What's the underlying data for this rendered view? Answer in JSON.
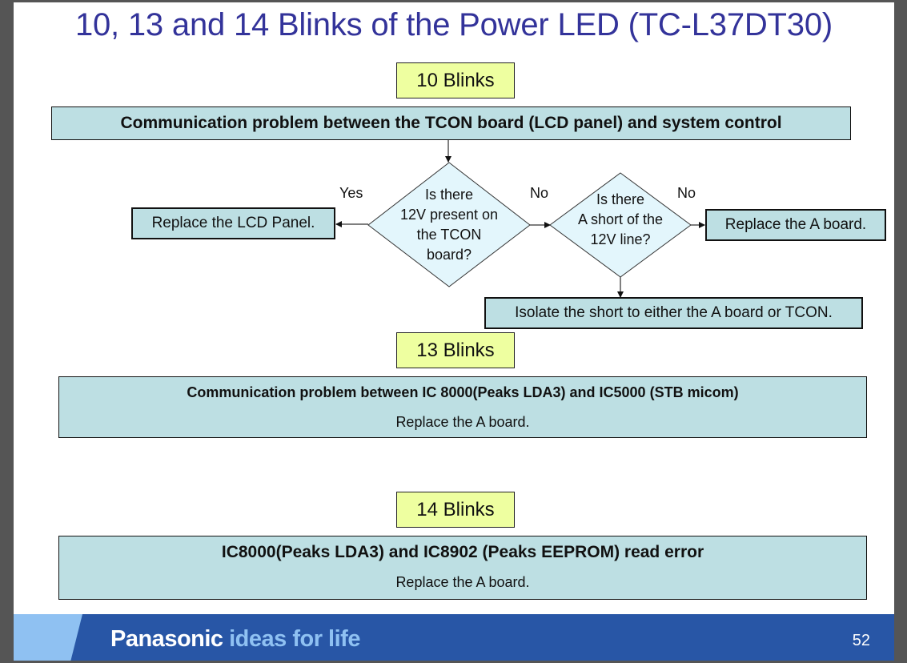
{
  "slide": {
    "title": "10, 13 and 14 Blinks of the Power LED (TC-L37DT30)",
    "page_number": "52"
  },
  "section_10": {
    "badge": "10 Blinks",
    "problem": "Communication problem between the TCON board (LCD panel) and system control",
    "decision_1": {
      "lines": [
        "Is there",
        "12V present on",
        "the TCON",
        "board?"
      ],
      "yes_label": "Yes",
      "no_label": "No"
    },
    "decision_2": {
      "lines": [
        "Is there",
        "A short of the",
        "12V line?"
      ],
      "no_label": "No"
    },
    "action_yes_1": "Replace the LCD Panel.",
    "action_no_2": "Replace the A board.",
    "action_yes_2": "Isolate the short to either the A board or TCON."
  },
  "section_13": {
    "badge": "13 Blinks",
    "problem": "Communication problem between IC 8000(Peaks LDA3) and IC5000 (STB micom)",
    "action": "Replace the A board."
  },
  "section_14": {
    "badge": "14 Blinks",
    "problem": "IC8000(Peaks LDA3) and IC8902 (Peaks EEPROM) read error",
    "action": "Replace the A board."
  },
  "footer": {
    "brand_name": "Panasonic",
    "tagline": "ideas for life"
  },
  "colors": {
    "title": "#33339a",
    "badge_fill": "#eeffa0",
    "box_fill": "#bddfe3",
    "diamond_fill": "#e3f6fc",
    "footer_blue": "#2856a6",
    "footer_accent": "#8fc1f2"
  }
}
